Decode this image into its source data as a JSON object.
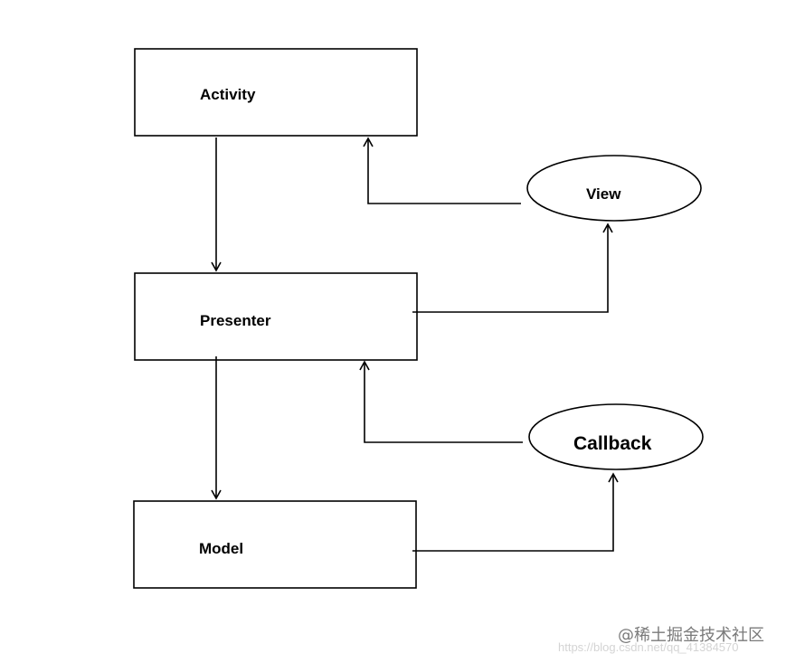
{
  "nodes": {
    "activity": "Activity",
    "presenter": "Presenter",
    "model": "Model",
    "view": "View",
    "callback": "Callback"
  },
  "watermark": {
    "main": "@稀土掘金技术社区",
    "sub": "https://blog.csdn.net/qq_41384570"
  }
}
